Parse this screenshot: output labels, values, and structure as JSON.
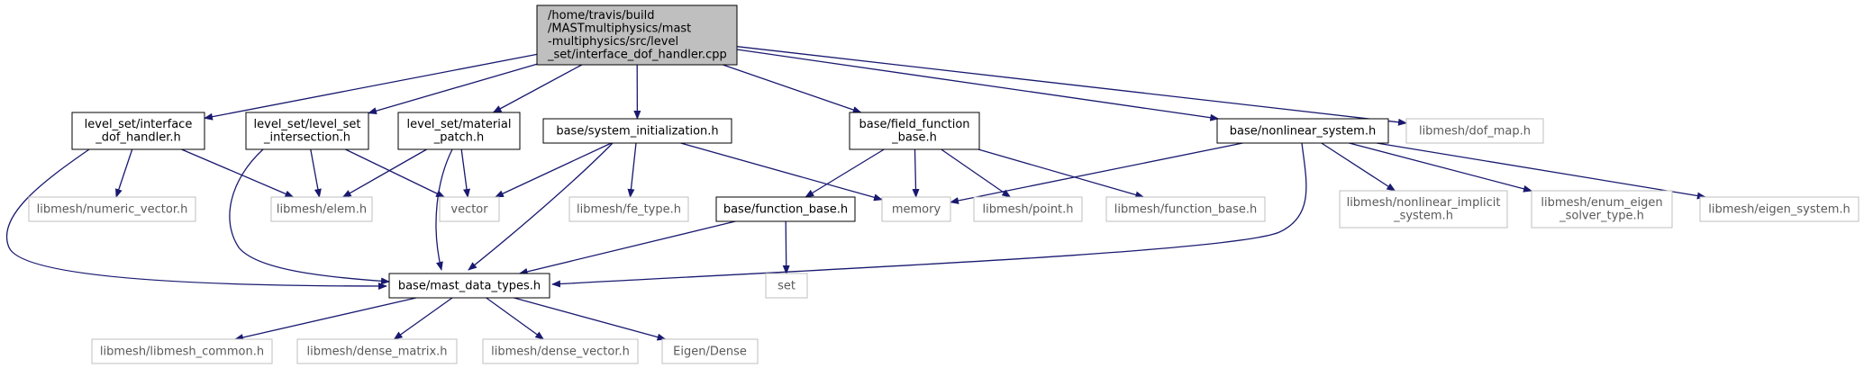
{
  "diagram": {
    "type": "include-dependency-graph",
    "colors": {
      "edge": "#191970",
      "root_fill": "#bfbfbf",
      "project_border": "#000000",
      "external_border": "#bfbfbf",
      "background": "#ffffff"
    },
    "nodes": [
      {
        "id": "root",
        "kind": "root",
        "lines": [
          "/home/travis/build",
          "/MASTmultiphysics/mast",
          "-multiphysics/src/level",
          "_set/interface_dof_handler.cpp"
        ]
      },
      {
        "id": "interface_dof_handler_h",
        "kind": "project",
        "lines": [
          "level_set/interface",
          "_dof_handler.h"
        ]
      },
      {
        "id": "level_set_intersection_h",
        "kind": "project",
        "lines": [
          "level_set/level_set",
          "_intersection.h"
        ]
      },
      {
        "id": "material_patch_h",
        "kind": "project",
        "lines": [
          "level_set/material",
          "_patch.h"
        ]
      },
      {
        "id": "system_initialization_h",
        "kind": "project",
        "lines": [
          "base/system_initialization.h"
        ]
      },
      {
        "id": "field_function_base_h",
        "kind": "project",
        "lines": [
          "base/field_function",
          "_base.h"
        ]
      },
      {
        "id": "nonlinear_system_h",
        "kind": "project",
        "lines": [
          "base/nonlinear_system.h"
        ]
      },
      {
        "id": "dof_map_h",
        "kind": "external",
        "lines": [
          "libmesh/dof_map.h"
        ]
      },
      {
        "id": "numeric_vector_h",
        "kind": "external",
        "lines": [
          "libmesh/numeric_vector.h"
        ]
      },
      {
        "id": "elem_h",
        "kind": "external",
        "lines": [
          "libmesh/elem.h"
        ]
      },
      {
        "id": "vector",
        "kind": "external",
        "lines": [
          "vector"
        ]
      },
      {
        "id": "fe_type_h",
        "kind": "external",
        "lines": [
          "libmesh/fe_type.h"
        ]
      },
      {
        "id": "function_base_h",
        "kind": "project",
        "lines": [
          "base/function_base.h"
        ]
      },
      {
        "id": "memory",
        "kind": "external",
        "lines": [
          "memory"
        ]
      },
      {
        "id": "point_h",
        "kind": "external",
        "lines": [
          "libmesh/point.h"
        ]
      },
      {
        "id": "libmesh_function_base_h",
        "kind": "external",
        "lines": [
          "libmesh/function_base.h"
        ]
      },
      {
        "id": "nonlinear_implicit_system_h",
        "kind": "external",
        "lines": [
          "libmesh/nonlinear_implicit",
          "_system.h"
        ]
      },
      {
        "id": "enum_eigen_solver_type_h",
        "kind": "external",
        "lines": [
          "libmesh/enum_eigen",
          "_solver_type.h"
        ]
      },
      {
        "id": "eigen_system_h",
        "kind": "external",
        "lines": [
          "libmesh/eigen_system.h"
        ]
      },
      {
        "id": "mast_data_types_h",
        "kind": "project",
        "lines": [
          "base/mast_data_types.h"
        ]
      },
      {
        "id": "set",
        "kind": "external",
        "lines": [
          "set"
        ]
      },
      {
        "id": "libmesh_common_h",
        "kind": "external",
        "lines": [
          "libmesh/libmesh_common.h"
        ]
      },
      {
        "id": "dense_matrix_h",
        "kind": "external",
        "lines": [
          "libmesh/dense_matrix.h"
        ]
      },
      {
        "id": "dense_vector_h",
        "kind": "external",
        "lines": [
          "libmesh/dense_vector.h"
        ]
      },
      {
        "id": "eigen_dense",
        "kind": "external",
        "lines": [
          "Eigen/Dense"
        ]
      }
    ],
    "edges": [
      {
        "from": "root",
        "to": "interface_dof_handler_h"
      },
      {
        "from": "root",
        "to": "level_set_intersection_h"
      },
      {
        "from": "root",
        "to": "material_patch_h"
      },
      {
        "from": "root",
        "to": "system_initialization_h"
      },
      {
        "from": "root",
        "to": "field_function_base_h"
      },
      {
        "from": "root",
        "to": "nonlinear_system_h"
      },
      {
        "from": "root",
        "to": "dof_map_h"
      },
      {
        "from": "interface_dof_handler_h",
        "to": "numeric_vector_h"
      },
      {
        "from": "interface_dof_handler_h",
        "to": "elem_h"
      },
      {
        "from": "interface_dof_handler_h",
        "to": "mast_data_types_h"
      },
      {
        "from": "level_set_intersection_h",
        "to": "elem_h"
      },
      {
        "from": "level_set_intersection_h",
        "to": "vector"
      },
      {
        "from": "level_set_intersection_h",
        "to": "mast_data_types_h"
      },
      {
        "from": "material_patch_h",
        "to": "elem_h"
      },
      {
        "from": "material_patch_h",
        "to": "vector"
      },
      {
        "from": "material_patch_h",
        "to": "mast_data_types_h"
      },
      {
        "from": "system_initialization_h",
        "to": "vector"
      },
      {
        "from": "system_initialization_h",
        "to": "fe_type_h"
      },
      {
        "from": "system_initialization_h",
        "to": "memory"
      },
      {
        "from": "system_initialization_h",
        "to": "mast_data_types_h"
      },
      {
        "from": "field_function_base_h",
        "to": "function_base_h"
      },
      {
        "from": "field_function_base_h",
        "to": "memory"
      },
      {
        "from": "field_function_base_h",
        "to": "point_h"
      },
      {
        "from": "field_function_base_h",
        "to": "libmesh_function_base_h"
      },
      {
        "from": "nonlinear_system_h",
        "to": "memory"
      },
      {
        "from": "nonlinear_system_h",
        "to": "nonlinear_implicit_system_h"
      },
      {
        "from": "nonlinear_system_h",
        "to": "enum_eigen_solver_type_h"
      },
      {
        "from": "nonlinear_system_h",
        "to": "eigen_system_h"
      },
      {
        "from": "nonlinear_system_h",
        "to": "mast_data_types_h"
      },
      {
        "from": "function_base_h",
        "to": "set"
      },
      {
        "from": "function_base_h",
        "to": "mast_data_types_h"
      },
      {
        "from": "mast_data_types_h",
        "to": "libmesh_common_h"
      },
      {
        "from": "mast_data_types_h",
        "to": "dense_matrix_h"
      },
      {
        "from": "mast_data_types_h",
        "to": "dense_vector_h"
      },
      {
        "from": "mast_data_types_h",
        "to": "eigen_dense"
      }
    ]
  }
}
